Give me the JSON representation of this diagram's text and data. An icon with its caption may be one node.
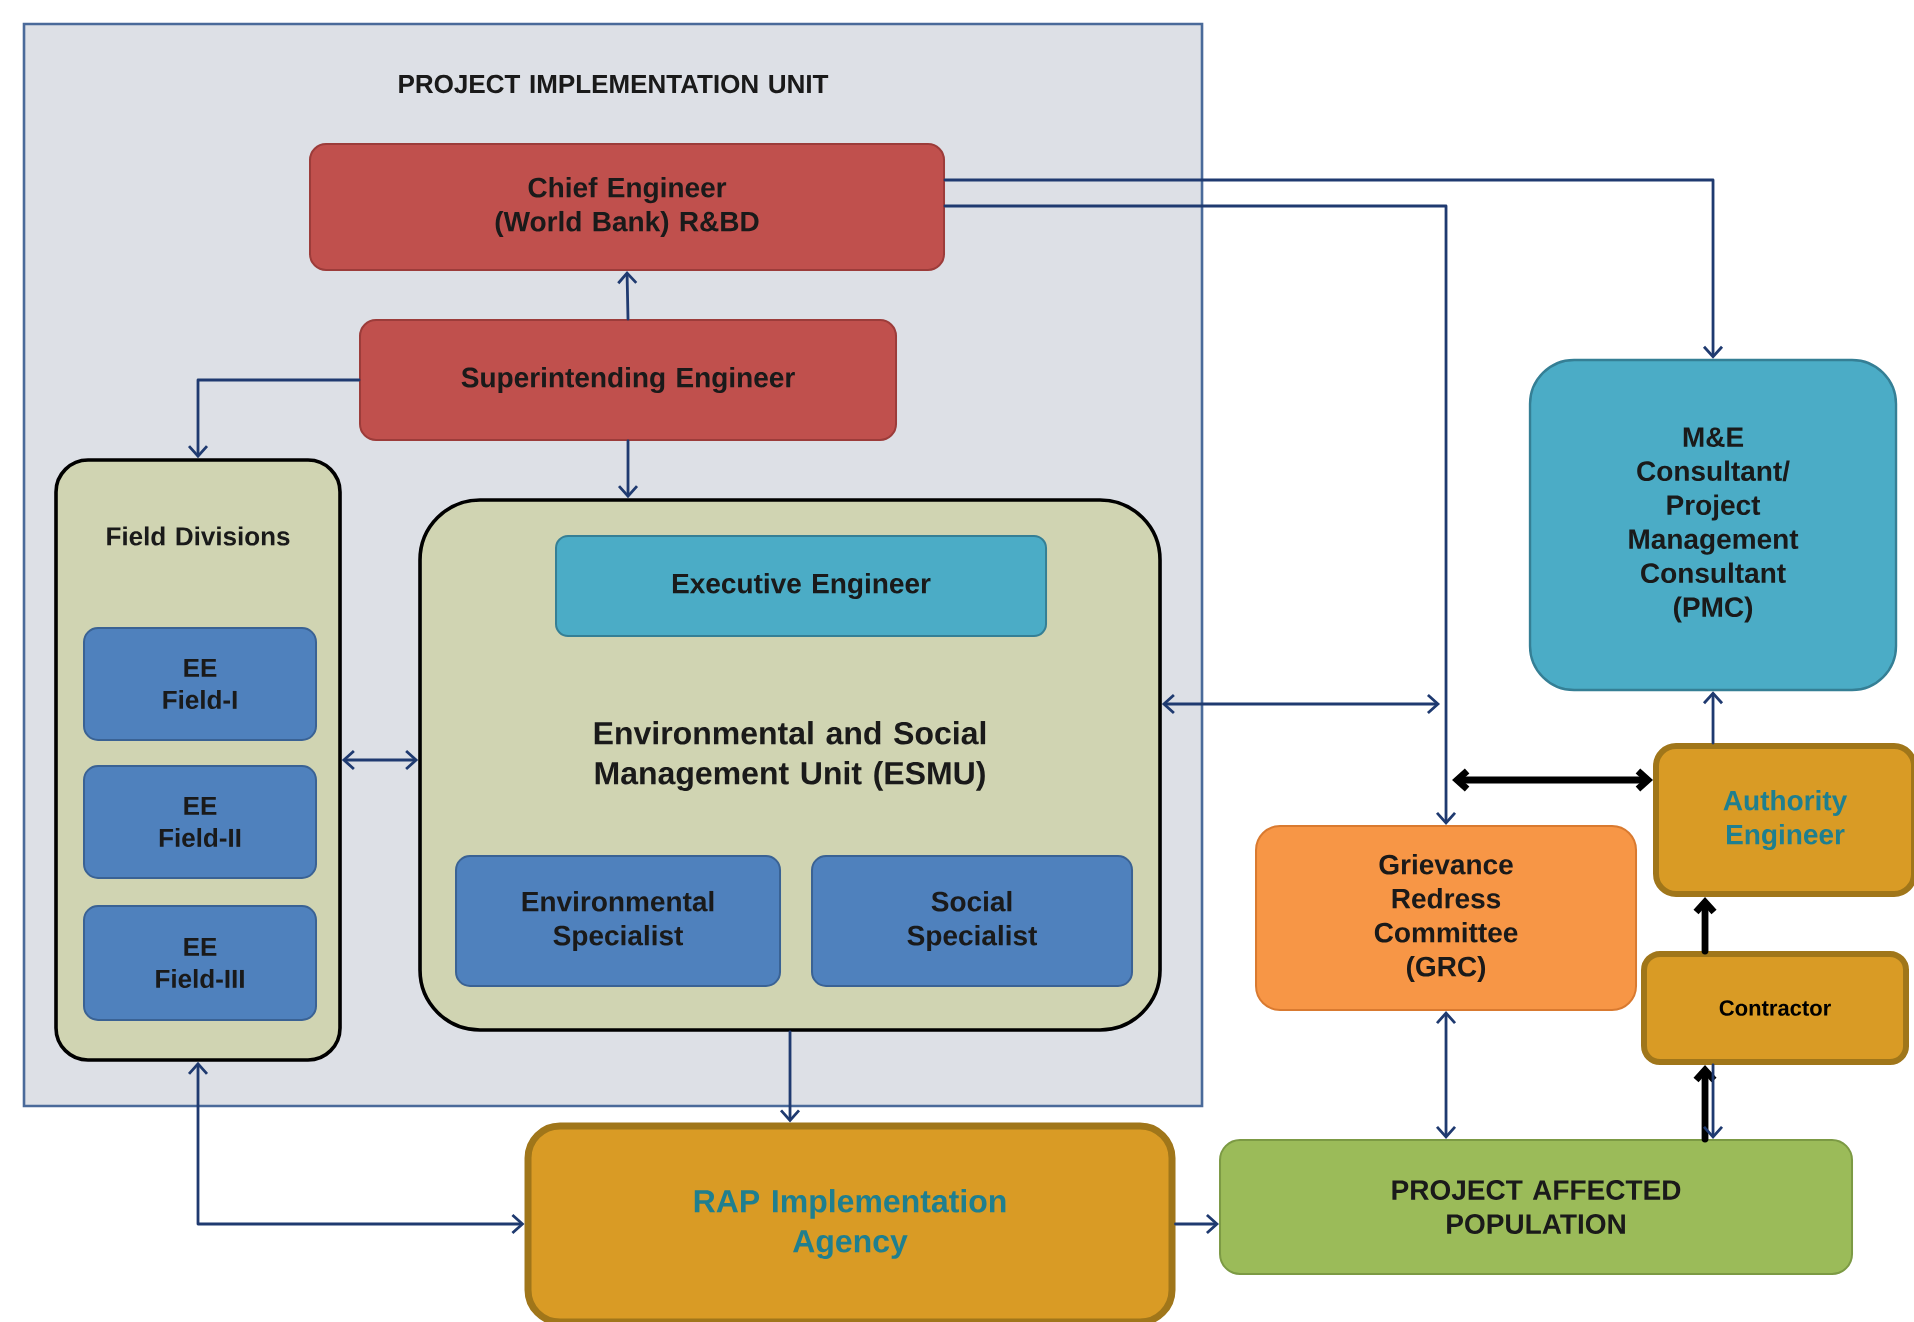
{
  "diagram": {
    "nodes": [
      {
        "text": [
          "PROJECT IMPLEMENTATION UNIT"
        ]
      },
      {
        "text": [
          "Chief Engineer (World Bank) R&BD"
        ],
        "in": 0
      },
      {
        "text": [
          "Superintending Engineer"
        ],
        "in": 0
      },
      {
        "text": [
          "Field Divisions"
        ],
        "in": 0
      },
      {
        "text": [
          "EE Field-I"
        ],
        "in": 3
      },
      {
        "text": [
          "EE Field-II"
        ],
        "in": 3
      },
      {
        "text": [
          "EE Field-III"
        ],
        "in": 3
      },
      {
        "text": [
          "Environmental and Social Management Unit (ESMU)"
        ],
        "in": 0
      },
      {
        "text": [
          "Executive Engineer"
        ],
        "in": 7
      },
      {
        "text": [
          "Environmental Specialist"
        ],
        "in": 7
      },
      {
        "text": [
          "Social Specialist"
        ],
        "in": 7
      },
      {
        "text": [
          "M&E Consultant/ Project Management Consultant (PMC)"
        ]
      },
      {
        "text": [
          "Authority Engineer"
        ]
      },
      {
        "text": [
          "Grievance Redress Committee (GRC)"
        ]
      },
      {
        "text": [
          "Contractor"
        ]
      },
      {
        "text": [
          "RAP Implementation Agency"
        ]
      },
      {
        "text": [
          "PROJECT AFFECTED POPULATION"
        ]
      }
    ],
    "edges": [
      {
        "from": 2,
        "to": 1,
        "arrow": "to"
      },
      {
        "from": 2,
        "to": 3,
        "arrow": "to"
      },
      {
        "from": 2,
        "to": 7,
        "arrow": "to"
      },
      {
        "from": 3,
        "to": 7,
        "arrow": "both"
      },
      {
        "from": 1,
        "to": 11,
        "arrow": "to"
      },
      {
        "from": 1,
        "to": 13,
        "arrow": "to"
      },
      {
        "from": 7,
        "to": null,
        "arrow": "both"
      },
      {
        "from": null,
        "to": 12,
        "arrow": "both",
        "style": "thick",
        "color": "#000000"
      },
      {
        "from": 13,
        "to": 16,
        "arrow": "both"
      },
      {
        "from": 12,
        "to": 11,
        "arrow": "to"
      },
      {
        "from": 14,
        "to": 12,
        "arrow": "to",
        "style": "thick",
        "color": "#000000"
      },
      {
        "from": 16,
        "to": 14,
        "arrow": "to",
        "style": "thick",
        "color": "#000000"
      },
      {
        "from": 14,
        "to": 16,
        "arrow": "to"
      },
      {
        "from": 3,
        "to": 15,
        "arrow": "both"
      },
      {
        "from": 7,
        "to": 15,
        "arrow": "to"
      },
      {
        "from": 15,
        "to": 16,
        "arrow": "to"
      }
    ]
  }
}
